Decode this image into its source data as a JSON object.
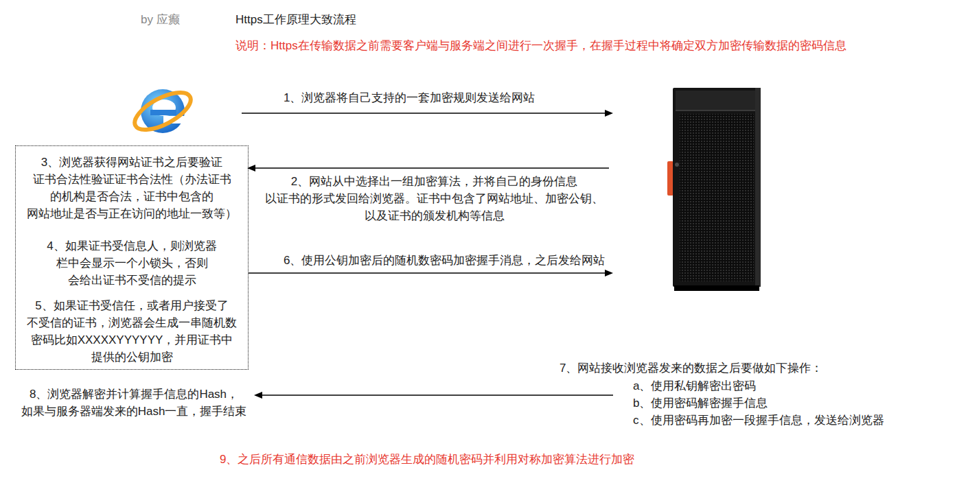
{
  "diagram": {
    "title": "Https工作原理大致流程",
    "nodes": [
      {
        "text": [
          "3、浏览器获得网站证书之后要验证 证书合法性验证证书合法性（办法证书 的机构是否合法，证书中包含的 网站地址是否与正在访问的地址一致等）",
          "4、如果证书受信息人，则浏览器 栏中会显示一个小锁头，否则 会给出证书不受信的提示",
          "5、如果证书受信任，或者用户接受了 不受信的证书，浏览器会生成一串随机数 密码比如XXXXXYYYYYY，并用证书中 提供的公钥加密"
        ]
      }
    ],
    "labels": [
      "by 应癫",
      "说明：Https在传输数据之前需要客户端与服务端之间进行一次握手，在握手过程中将确定双方加密传输数据的密码信息",
      "1、浏览器将自己支持的一套加密规则发送给网站",
      "2、网站从中选择出一组加密算法，并将自己的身份信息 以证书的形式发回给浏览器。证书中包含了网站地址、加密公钥、 以及证书的颁发机构等信息",
      "6、使用公钥加密后的随机数密码加密握手消息，之后发给网站",
      "7、网站接收浏览器发来的数据之后要做如下操作：",
      "a、使用私钥解密出密码",
      "b、使用密码解密握手信息",
      "c、使用密码再加密一段握手信息，发送给浏览器",
      "8、浏览器解密并计算握手信息的Hash， 如果与服务器端发来的Hash一直，握手结束",
      "9、之后所有通信数据由之前浏览器生成的随机密码并利用对称加密算法进行加密"
    ]
  }
}
